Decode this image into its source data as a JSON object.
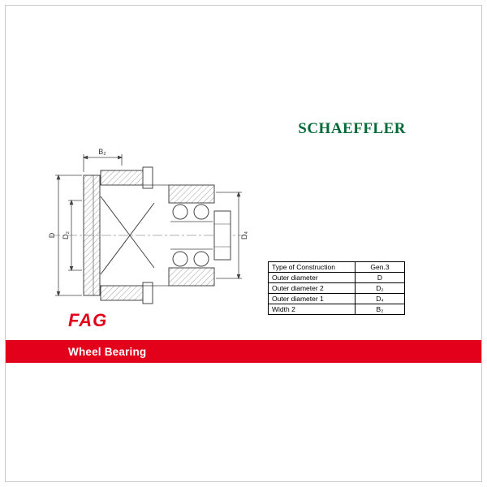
{
  "header": {
    "brand": "SCHAEFFLER"
  },
  "footer": {
    "logo": "FAG",
    "banner_title": "Wheel Bearing"
  },
  "colors": {
    "brand_green": "#046a38",
    "accent_red": "#e2001a"
  },
  "drawing": {
    "description": "Cross-section technical drawing of a Gen.3 wheel bearing hub unit",
    "dim_labels": {
      "b2": "B₂",
      "d": "D",
      "d2": "D₂",
      "d4": "D₄"
    }
  },
  "spec_table": {
    "rows": [
      {
        "label": "Type of Construction",
        "value": "Gen.3"
      },
      {
        "label": "Outer diameter",
        "value": "D"
      },
      {
        "label": "Outer diameter 2",
        "value": "D₂"
      },
      {
        "label": "Outer diameter 1",
        "value": "D₄"
      },
      {
        "label": "Width 2",
        "value": "B₂"
      }
    ]
  }
}
